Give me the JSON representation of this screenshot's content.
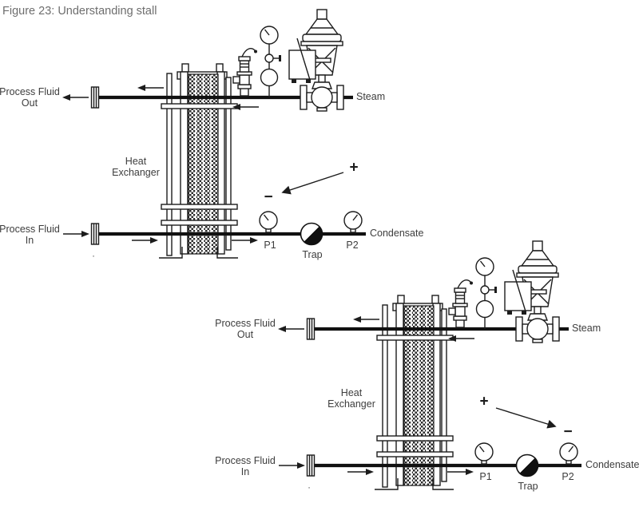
{
  "title": "Figure 23: Understanding stall",
  "colors": {
    "ink": "#1c1c1c",
    "pipe": "#111111",
    "label_text": "#3d3d3d",
    "title_text": "#6e6e6e",
    "trap_dark_half": "#111111"
  },
  "diagram1": {
    "process_fluid_out": "Process Fluid\nOut",
    "process_fluid_in": "Process Fluid\nIn",
    "heat_exchanger": "Heat\nExchanger",
    "steam": "Steam",
    "condensate": "Condensate",
    "gauge1": "P1",
    "gauge2": "P2",
    "trap": "Trap",
    "plus_sign": "+",
    "minus_sign": "−",
    "dot": "."
  },
  "diagram2": {
    "process_fluid_out": "Process Fluid\nOut",
    "process_fluid_in": "Process Fluid\nIn",
    "heat_exchanger": "Heat\nExchanger",
    "steam": "Steam",
    "condensate": "Condensate",
    "gauge1": "P1",
    "gauge2": "P2",
    "trap": "Trap",
    "plus_sign": "+",
    "minus_sign": "−",
    "dot": "."
  }
}
